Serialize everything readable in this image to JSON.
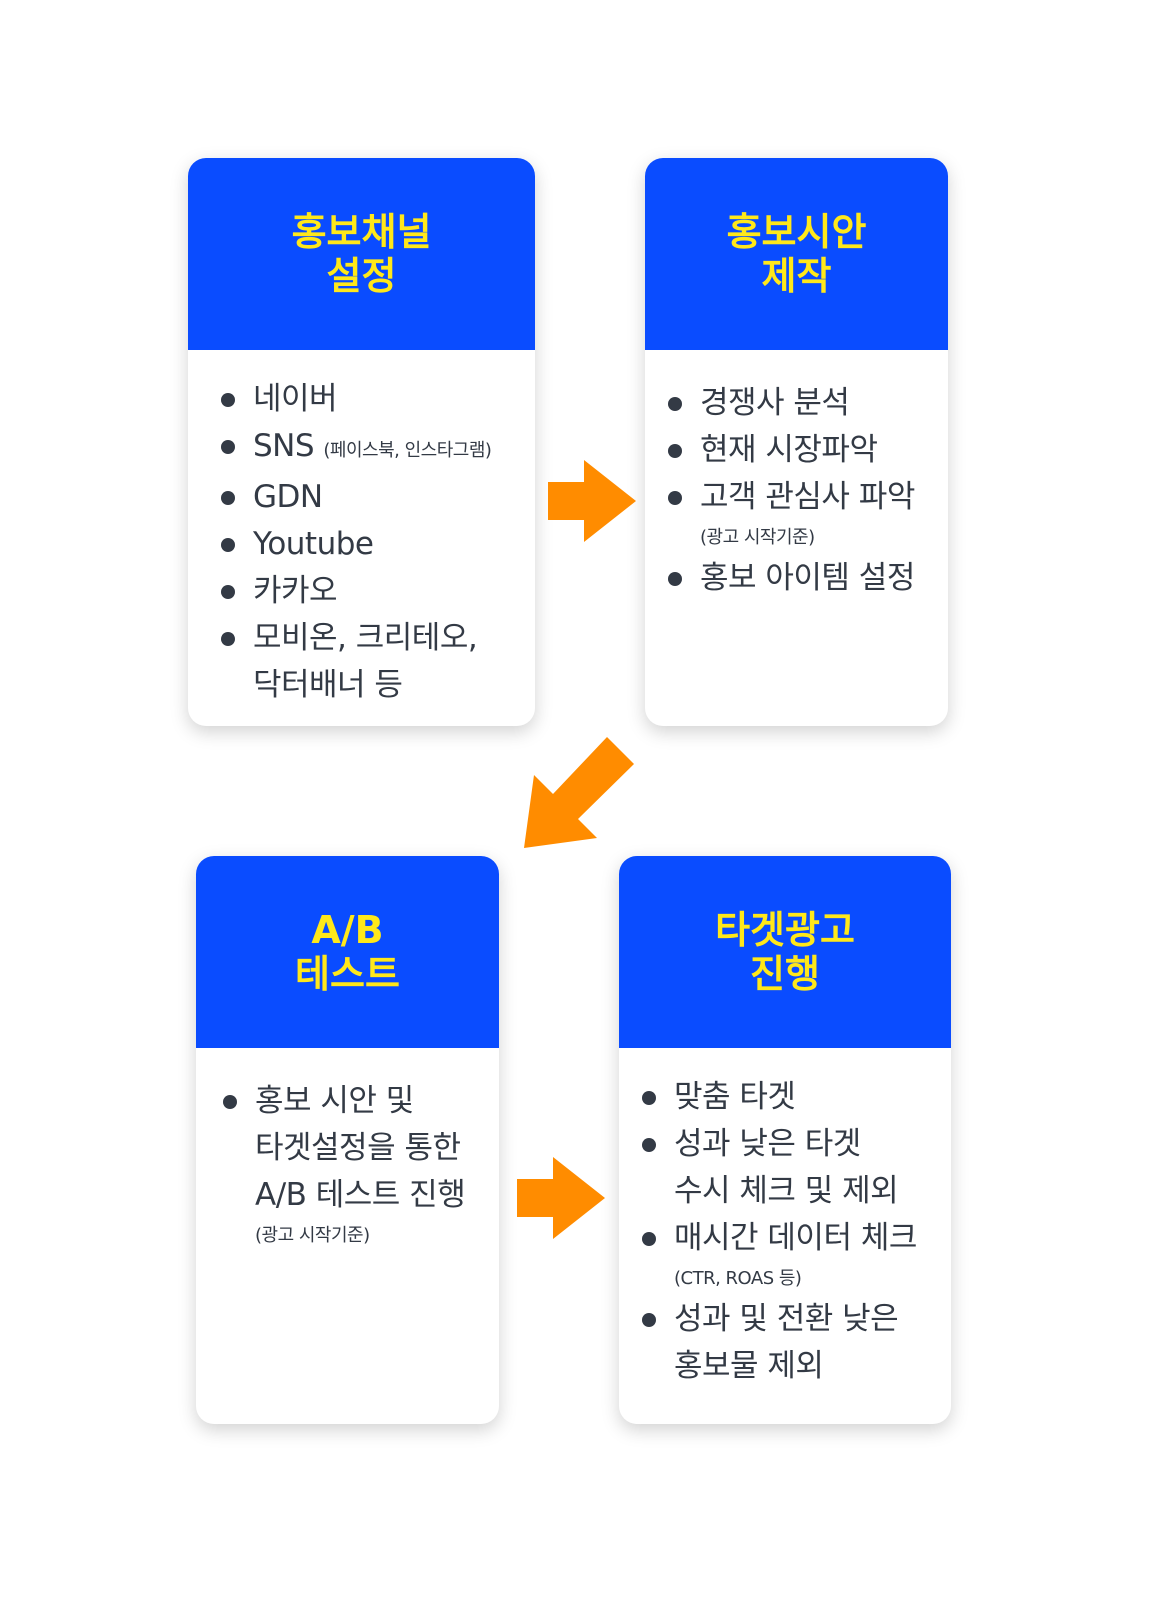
{
  "accent_color": "#0a4cff",
  "title_color": "#ffe81a",
  "arrow_color": "#ff8c00",
  "arrows": [
    {
      "name": "arrow-right-top",
      "icon": "arrow-right-icon"
    },
    {
      "name": "arrow-down-left",
      "icon": "arrow-down-left-icon"
    },
    {
      "name": "arrow-right-bottom",
      "icon": "arrow-right-icon"
    }
  ],
  "cards": [
    {
      "title": "홍보채널\n설정",
      "items": [
        {
          "lines": [
            "네이버"
          ]
        },
        {
          "lines": [
            "SNS"
          ],
          "inline_note": "(페이스북, 인스타그램)"
        },
        {
          "lines": [
            "GDN"
          ]
        },
        {
          "lines": [
            "Youtube"
          ]
        },
        {
          "lines": [
            "카카오"
          ]
        },
        {
          "lines": [
            "모비온, 크리테오,",
            "닥터배너 등"
          ]
        }
      ]
    },
    {
      "title": "홍보시안\n제작",
      "items": [
        {
          "lines": [
            "경쟁사 분석"
          ]
        },
        {
          "lines": [
            "현재 시장파악"
          ]
        },
        {
          "lines": [
            "고객 관심사 파악"
          ],
          "note": "(광고 시작기준)"
        },
        {
          "lines": [
            "홍보 아이템 설정"
          ]
        }
      ]
    },
    {
      "title": "A/B\n테스트",
      "items": [
        {
          "lines": [
            "홍보 시안 및",
            "타겟설정을 통한",
            "A/B 테스트 진행"
          ],
          "note": "(광고 시작기준)"
        }
      ]
    },
    {
      "title": "타겟광고\n진행",
      "items": [
        {
          "lines": [
            "맞춤 타겟"
          ]
        },
        {
          "lines": [
            "성과 낮은 타겟",
            "수시 체크 및 제외"
          ]
        },
        {
          "lines": [
            "매시간 데이터 체크"
          ],
          "note": "(CTR, ROAS 등)"
        },
        {
          "lines": [
            "성과 및 전환 낮은",
            "홍보물 제외"
          ]
        }
      ]
    }
  ]
}
